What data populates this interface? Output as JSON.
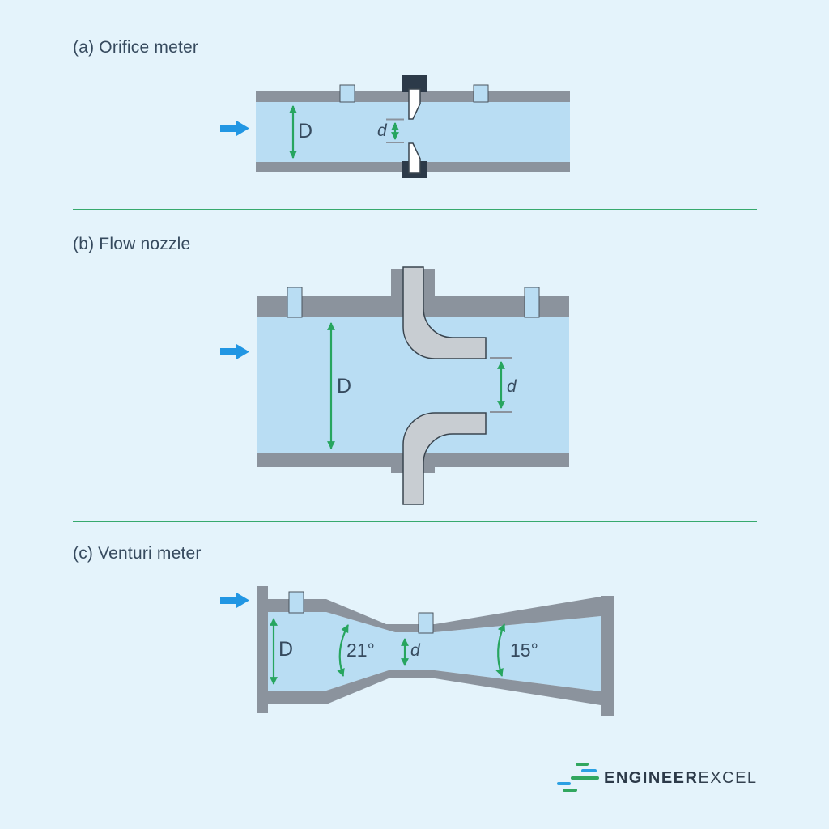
{
  "colors": {
    "background": "#e4f3fb",
    "pipe_wall": "#8b939d",
    "fluid": "#b9ddf3",
    "nozzle_tube": "#c8cdd2",
    "outline": "#39444e",
    "orifice_clamp": "#2c3a49",
    "orifice_plate": "#ffffff",
    "dimension_green": "#27a55f",
    "flow_arrow_blue": "#2196e3",
    "text": "#364a5e",
    "separator": "#36a96d",
    "logo_green": "#31a75f",
    "logo_blue": "#2ba0e3",
    "logo_text": "#2c3a49"
  },
  "sections": [
    {
      "label": "(a) Orifice meter",
      "diameter_label": "D",
      "throat_label": "d"
    },
    {
      "label": "(b) Flow nozzle",
      "diameter_label": "D",
      "throat_label": "d"
    },
    {
      "label": "(c) Venturi meter",
      "diameter_label": "D",
      "throat_label": "d",
      "convergent_angle": "21°",
      "divergent_angle": "15°"
    }
  ],
  "logo": {
    "name_bold": "ENGINEER",
    "name_light": "EXCEL"
  }
}
